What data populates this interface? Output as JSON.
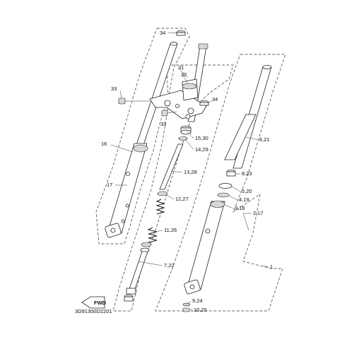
{
  "diagram_code": "3D91300D2201",
  "fwd_label": "FWD",
  "callouts": {
    "c34a": "34",
    "c31": "31",
    "c32": "32",
    "c33a": "33",
    "c34b": "34",
    "c33b": "33",
    "c15_30": "15,30",
    "c14_29": "14,29",
    "c16": "16",
    "c6_21": "6,21",
    "c13_28": "13,28",
    "c8_23": "8,23",
    "c17": "17",
    "c12_27": "12,27",
    "c5_20": "5,20",
    "c4_19": "4,19",
    "c3_18": "3,18",
    "c2_17": "2,17",
    "c11_26": "11,26",
    "c7_22": "7,22",
    "c1": "1",
    "c9_24": "9,24",
    "c10_25": "10,25"
  },
  "colors": {
    "line": "#222222",
    "shade": "#d8d8d8",
    "background": "#ffffff"
  }
}
